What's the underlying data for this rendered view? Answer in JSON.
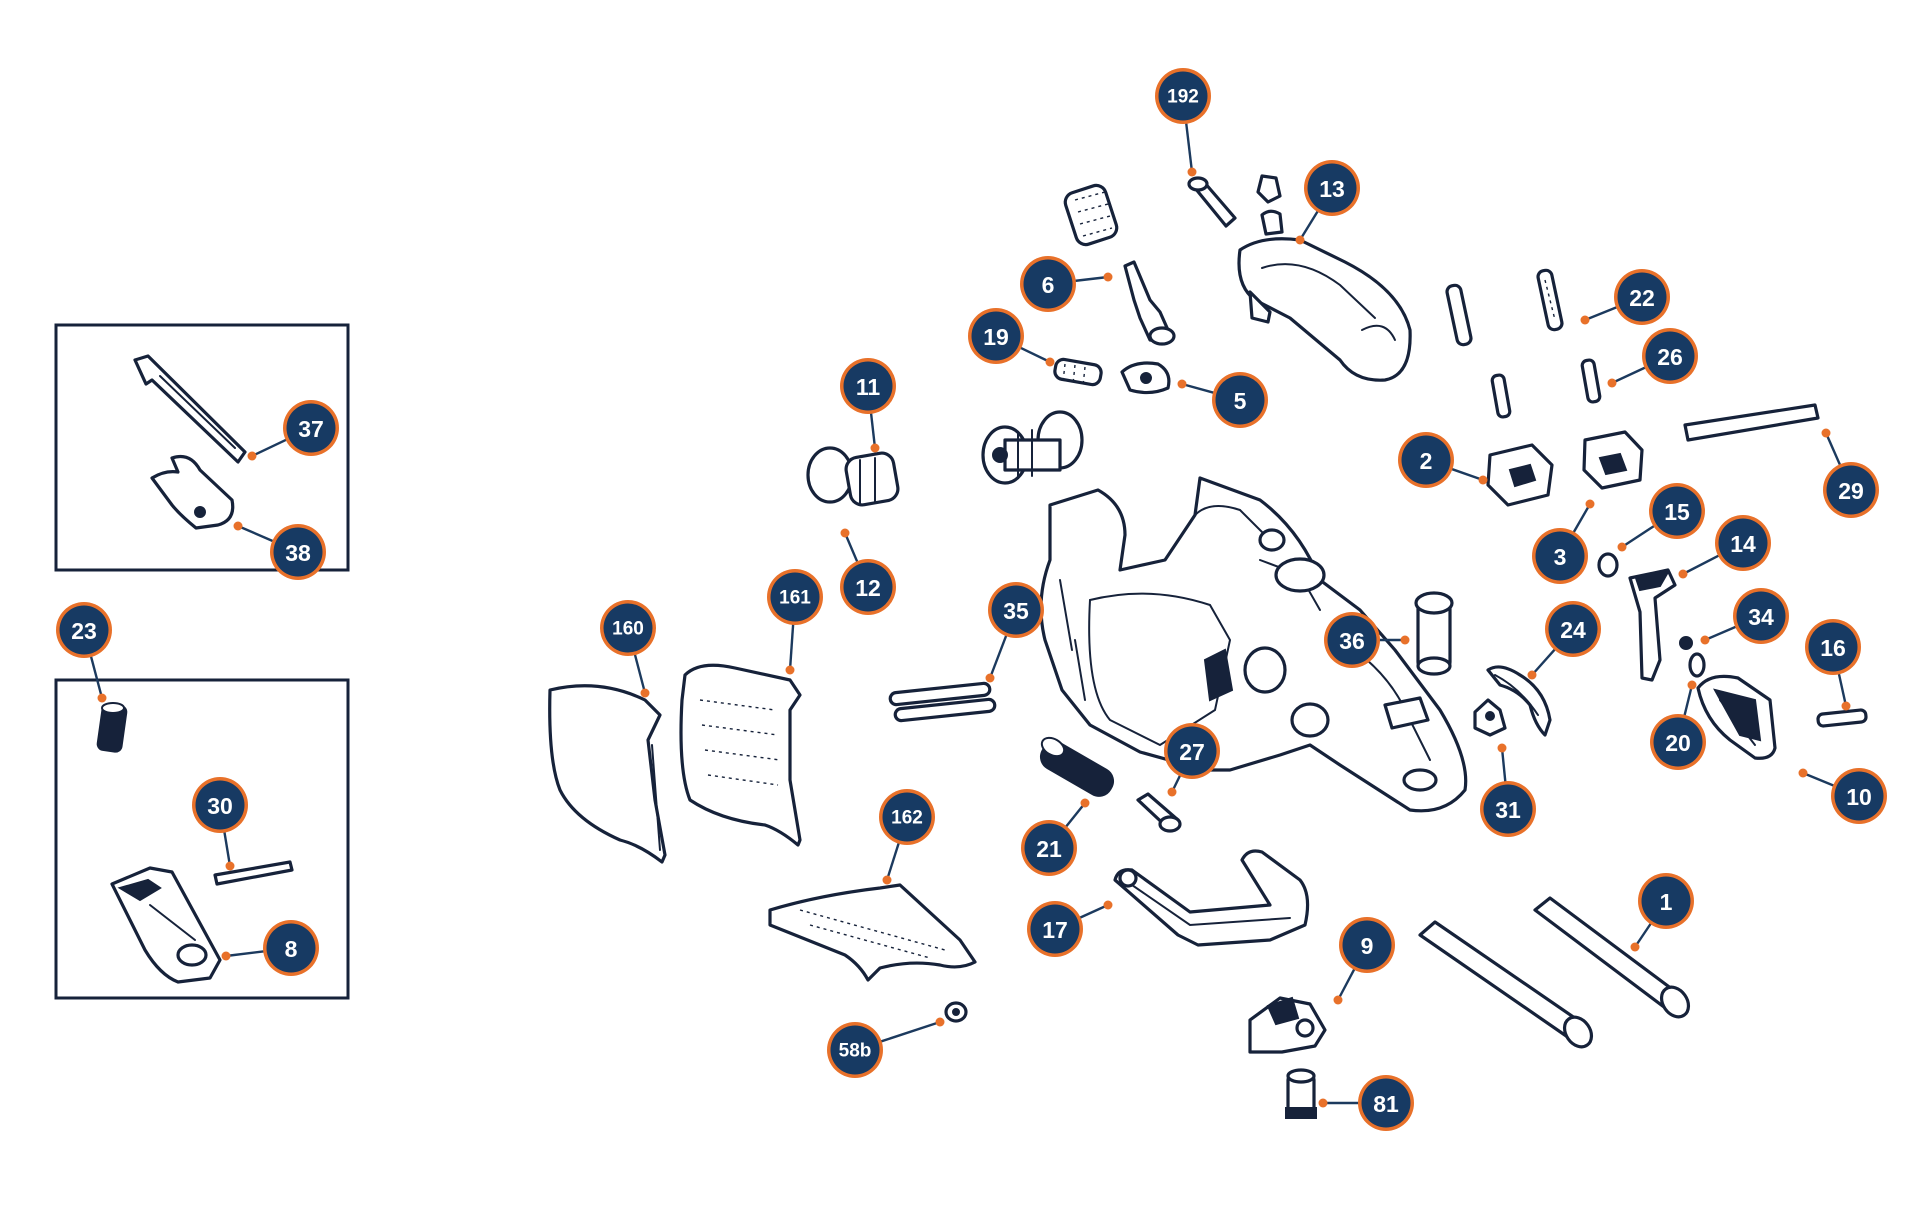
{
  "colors": {
    "badge_fill": "#173a63",
    "badge_ring": "#e8712a",
    "line_art": "#16223a",
    "leader": "#1c3a5e",
    "background": "#ffffff"
  },
  "callouts": [
    {
      "id": "192"
    },
    {
      "id": "13"
    },
    {
      "id": "6"
    },
    {
      "id": "19"
    },
    {
      "id": "5"
    },
    {
      "id": "11"
    },
    {
      "id": "12"
    },
    {
      "id": "22"
    },
    {
      "id": "26"
    },
    {
      "id": "2"
    },
    {
      "id": "3"
    },
    {
      "id": "29"
    },
    {
      "id": "15"
    },
    {
      "id": "14"
    },
    {
      "id": "34"
    },
    {
      "id": "16"
    },
    {
      "id": "20"
    },
    {
      "id": "10"
    },
    {
      "id": "24"
    },
    {
      "id": "36"
    },
    {
      "id": "31"
    },
    {
      "id": "35"
    },
    {
      "id": "161"
    },
    {
      "id": "160"
    },
    {
      "id": "27"
    },
    {
      "id": "21"
    },
    {
      "id": "162"
    },
    {
      "id": "17"
    },
    {
      "id": "9"
    },
    {
      "id": "1"
    },
    {
      "id": "81"
    },
    {
      "id": "58b"
    },
    {
      "id": "37"
    },
    {
      "id": "38"
    },
    {
      "id": "23"
    },
    {
      "id": "30"
    },
    {
      "id": "8"
    }
  ]
}
